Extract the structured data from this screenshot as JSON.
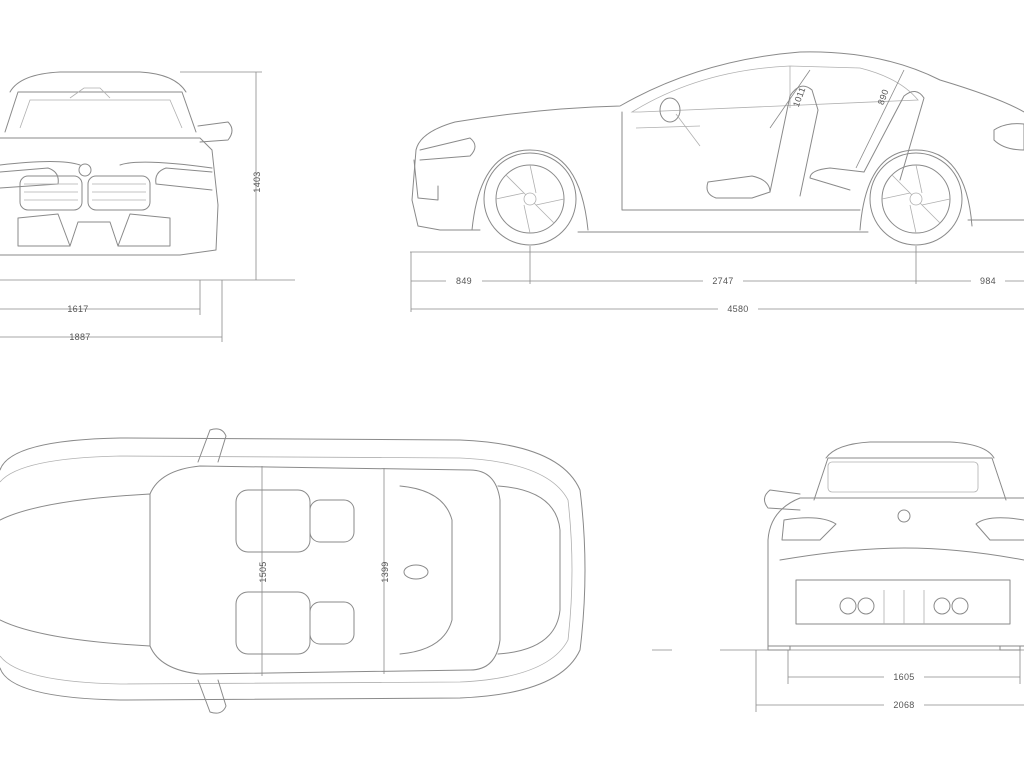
{
  "front_view": {
    "height": "1403",
    "track": "1617",
    "width": "1887"
  },
  "side_view": {
    "front_overhang": "849",
    "wheelbase": "2747",
    "rear_overhang": "984",
    "length": "4580",
    "front_headroom": "1011",
    "rear_headroom": "890"
  },
  "top_view": {
    "front_shoulder": "1505",
    "rear_shoulder": "1399"
  },
  "rear_view": {
    "track": "1605",
    "width_mirrors": "2068"
  },
  "colors": {
    "line": "#8a8a8a",
    "text": "#555555",
    "background": "#ffffff"
  }
}
